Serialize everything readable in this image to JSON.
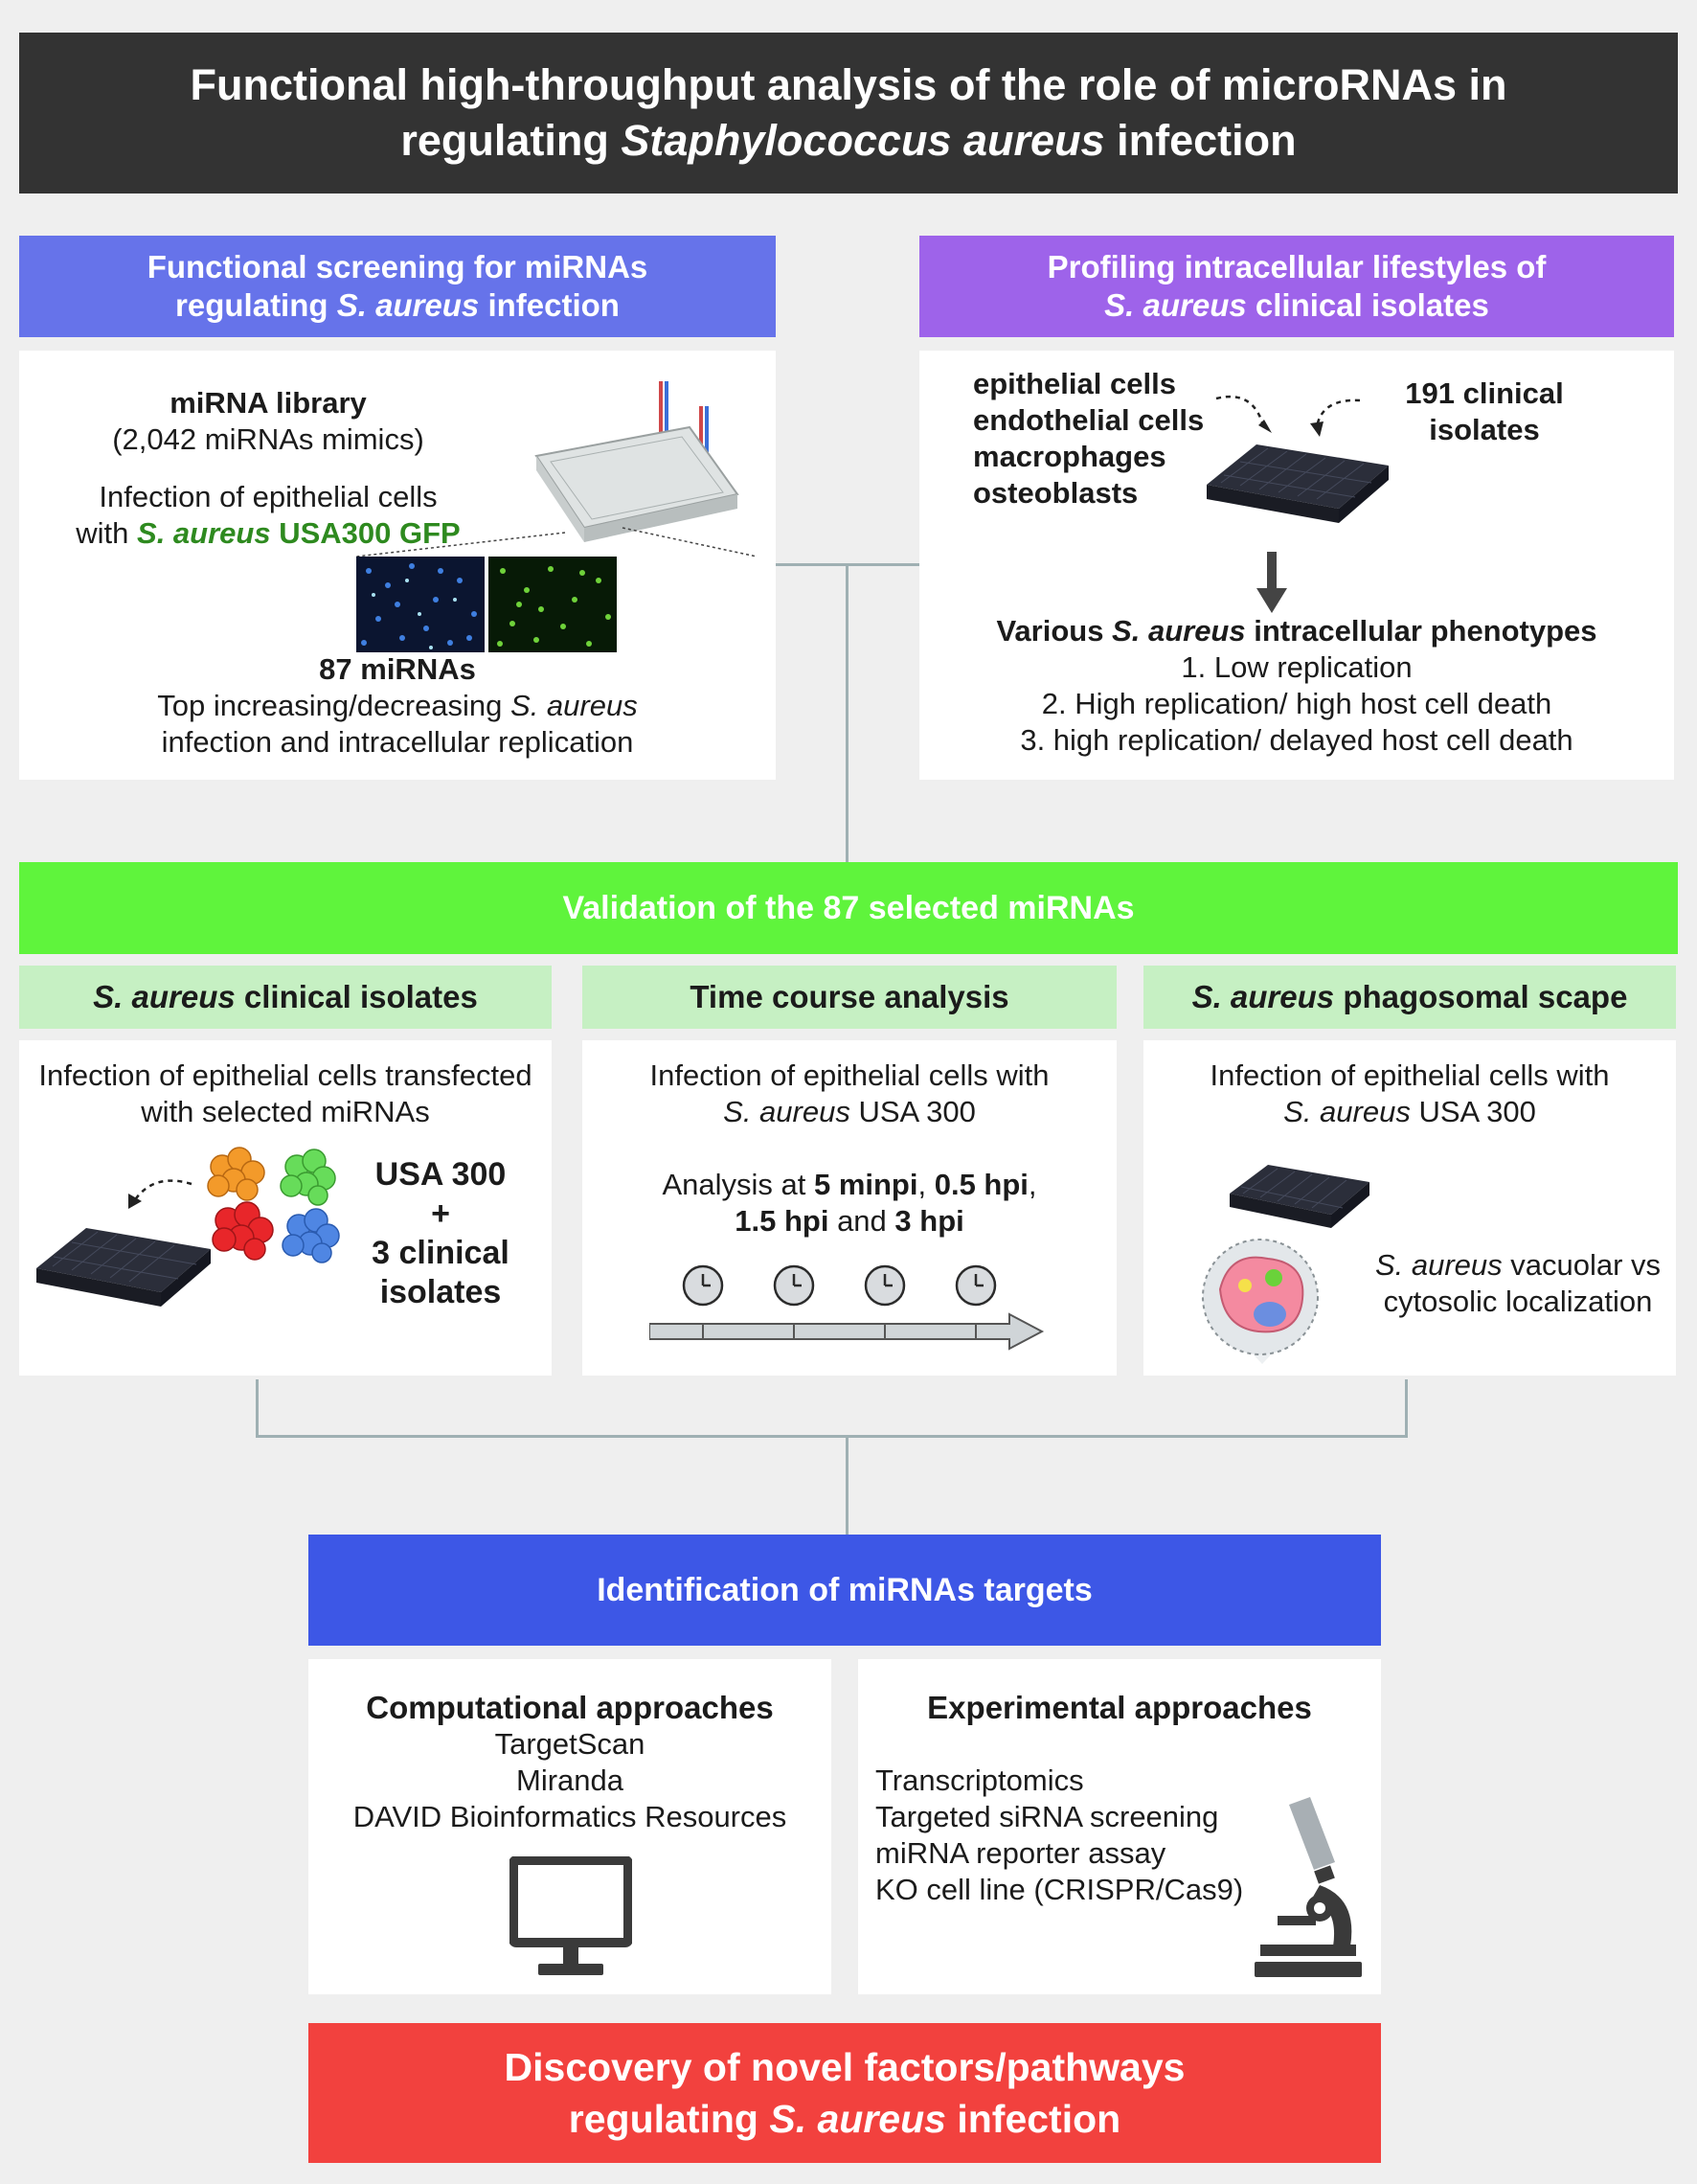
{
  "title": {
    "line1": "Functional high-throughput analysis of the role of microRNAs in",
    "line2_pre": "regulating ",
    "line2_it": "Staphylococcus aureus",
    "line2_post": " infection"
  },
  "left_panel": {
    "header_line1": "Functional screening for miRNAs",
    "header_pre": "regulating ",
    "header_it": "S. aureus",
    "header_post": " infection",
    "library_title": "miRNA library",
    "library_detail": "(2,042 miRNAs mimics)",
    "infection_line1": "Infection of epithelial cells",
    "infection_pre": "with ",
    "infection_strain_it": "S. aureus",
    "infection_strain": " USA300 GFP",
    "result_title": "87 miRNAs",
    "result_line1_pre": "Top increasing/decreasing ",
    "result_line1_it": "S. aureus",
    "result_line2": "infection and intracellular replication"
  },
  "right_panel": {
    "header_line1": "Profiling intracellular lifestyles of",
    "header_it": "S. aureus",
    "header_post": " clinical isolates",
    "cells": [
      "epithelial cells",
      "endothelial cells",
      "macrophages",
      "osteoblasts"
    ],
    "isolates_line1": "191 clinical",
    "isolates_line2": "isolates",
    "phenotypes_pre": "Various ",
    "phenotypes_it": "S. aureus",
    "phenotypes_post": " intracellular phenotypes",
    "phenotypes": [
      "1. Low replication",
      "2. High replication/ high host cell death",
      "3. high replication/ delayed host cell death"
    ]
  },
  "validation": {
    "header": "Validation of the 87 selected miRNAs",
    "col1": {
      "header_it": "S. aureus",
      "header_post": " clinical isolates",
      "line1": "Infection of epithelial cells transfected",
      "line2": "with selected miRNAs",
      "strain1": "USA 300",
      "plus": "+",
      "strain2_line1": "3 clinical",
      "strain2_line2": "isolates"
    },
    "col2": {
      "header": "Time course analysis",
      "line1": "Infection of epithelial cells with",
      "line2_it": "S. aureus",
      "line2_post": " USA 300",
      "analysis_pre": "Analysis at ",
      "t1": "5 minpi",
      "sep1": ", ",
      "t2": "0.5 hpi",
      "sep2": ",",
      "t3": "1.5 hpi",
      "and": " and ",
      "t4": "3 hpi"
    },
    "col3": {
      "header_it": "S. aureus",
      "header_post": " phagosomal scape",
      "line1": "Infection of epithelial cells with",
      "line2_it": "S. aureus",
      "line2_post": " USA 300",
      "loc_it": "S. aureus",
      "loc_post": " vacuolar vs",
      "loc_line2": "cytosolic localization"
    }
  },
  "targets": {
    "header": "Identification of miRNAs targets",
    "comp_title": "Computational approaches",
    "comp_items": [
      "TargetScan",
      "Miranda",
      "DAVID Bioinformatics Resources"
    ],
    "exp_title": "Experimental approaches",
    "exp_items": [
      "Transcriptomics",
      "Targeted siRNA screening",
      "miRNA reporter assay",
      "KO cell line (CRISPR/Cas9)"
    ]
  },
  "discovery": {
    "line1": "Discovery of novel factors/pathways",
    "line2_pre": "regulating ",
    "line2_it": "S. aureus",
    "line2_post": " infection"
  },
  "colors": {
    "title_bg": "#333333",
    "left_header": "#6673ea",
    "right_header": "#9e63ea",
    "validation_green": "#5ff43c",
    "light_green": "#c6f0c3",
    "targets_blue": "#3d57e6",
    "discovery_red": "#f2413e",
    "connector": "#9fb0b3",
    "gfp_green": "#2e8a1f"
  }
}
